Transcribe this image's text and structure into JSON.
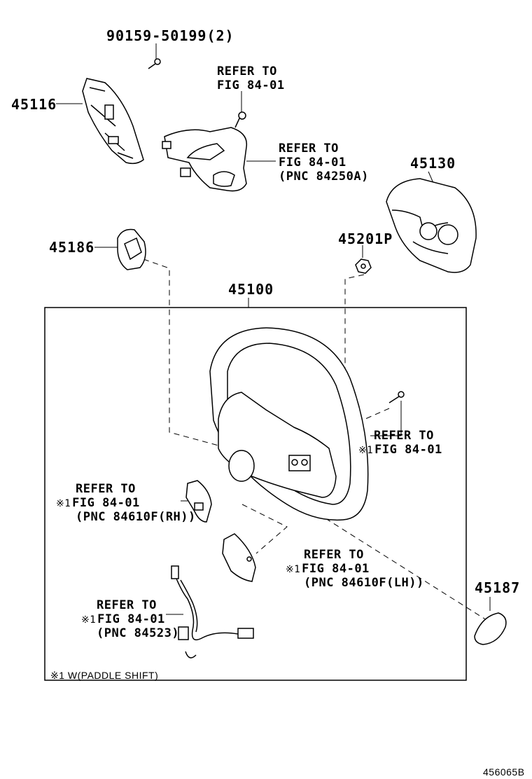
{
  "parts": {
    "screw_top": "90159-50199(2)",
    "p45116": "45116",
    "p45130": "45130",
    "p45186": "45186",
    "p45201p": "45201P",
    "p45100": "45100",
    "p45187": "45187"
  },
  "refs": {
    "ref_top_1": "REFER TO",
    "ref_top_2": "FIG 84-01",
    "ref_sw_1": "REFER TO",
    "ref_sw_2": "FIG 84-01",
    "ref_sw_3": "(PNC 84250A)",
    "ref_right_1": "REFER TO",
    "ref_right_2": "FIG 84-01",
    "ref_rh_1": "REFER TO",
    "ref_rh_2": "FIG 84-01",
    "ref_rh_3": "(PNC 84610F(RH))",
    "ref_lh_1": "REFER TO",
    "ref_lh_2": "FIG 84-01",
    "ref_lh_3": "(PNC 84610F(LH))",
    "ref_wire_1": "REFER TO",
    "ref_wire_2": "FIG 84-01",
    "ref_wire_3": "(PNC 84523)"
  },
  "note_mark": "※1",
  "footnote": "※1 W(PADDLE SHIFT)",
  "diagram_id": "456065B"
}
